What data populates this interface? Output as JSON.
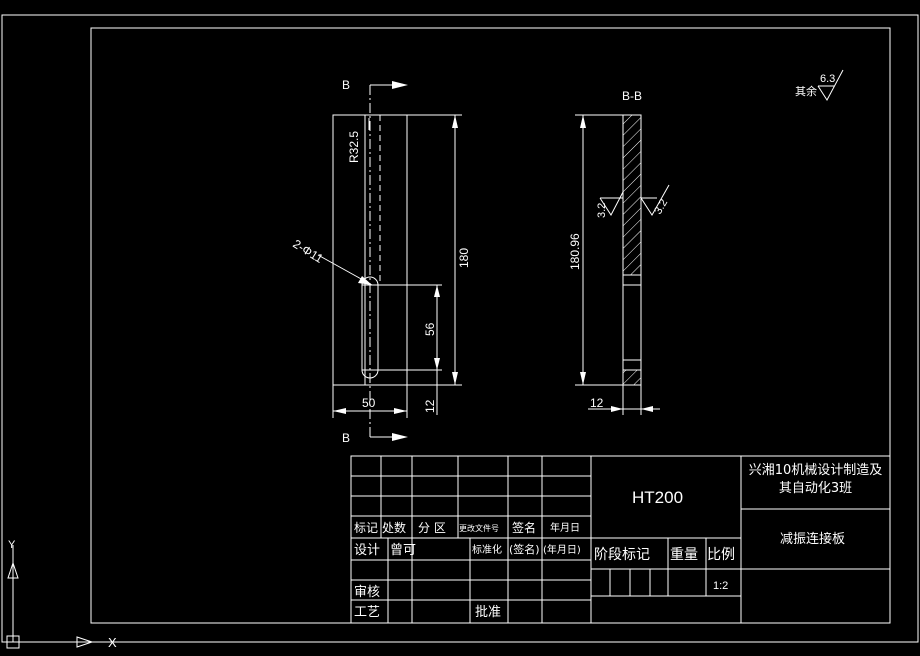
{
  "drawing": {
    "section_mark": "B",
    "section_view_title": "B-B",
    "dims": {
      "radius": "R32.5",
      "holes": "2-Φ11",
      "height_front": "180",
      "slot_length": "56",
      "width": "50",
      "bottom_offset": "12",
      "height_section": "180.96",
      "thickness": "12"
    },
    "roughness": {
      "other_label": "其余",
      "other_value": "6.3",
      "left_value": "3.2",
      "right_value": "3.2"
    }
  },
  "title_block": {
    "material": "HT200",
    "school": "兴湘10机械设计制造及其自动化3班",
    "part_name": "减振连接板",
    "row_headers": [
      "标记",
      "处数",
      "分 区",
      "更改文件号",
      "签名",
      "年月日"
    ],
    "design_label": "设计",
    "designer": "曾可",
    "standardize": "标准化",
    "signature": "(签名)",
    "date": "(年月日)",
    "stage_mark": "阶段标记",
    "weight": "重量",
    "scale_label": "比例",
    "scale_value": "1:2",
    "review": "审核",
    "process": "工艺",
    "approve": "批准"
  },
  "ucs": {
    "x_label": "X",
    "y_label": "Y"
  }
}
